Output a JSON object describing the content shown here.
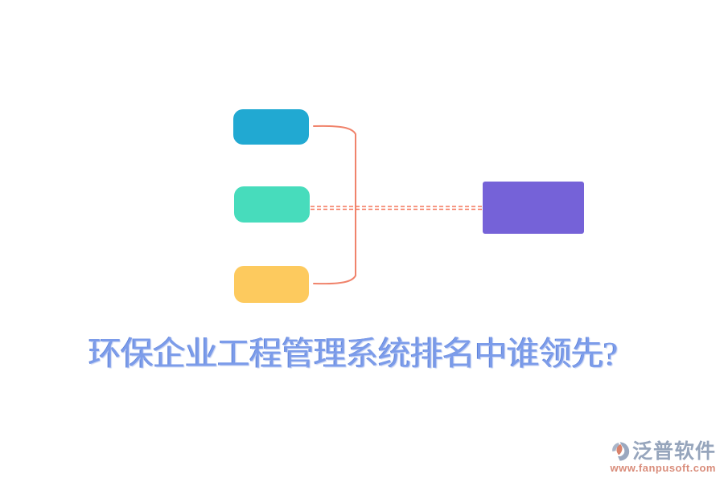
{
  "title": {
    "text": "环保企业工程管理系统排名中谁领先?",
    "color": "#7C9CEA"
  },
  "mindmap": {
    "branches": [
      {
        "name": "branch-top",
        "color": "#21A9D2"
      },
      {
        "name": "branch-middle",
        "color": "#47DCBC"
      },
      {
        "name": "branch-bottom",
        "color": "#FDCA5E"
      }
    ],
    "target": {
      "name": "target-node",
      "color": "#7562D8"
    },
    "connector_color": "#F0836B",
    "dashed_color": "#F4765A"
  },
  "watermark": {
    "brand": "泛普软件",
    "url": "www.fanpusoft.com",
    "brand_color": "#96A5BC",
    "url_color": "#D98C7A",
    "logo_gray": "#9AA8BF",
    "logo_salmon": "#D9826B"
  }
}
